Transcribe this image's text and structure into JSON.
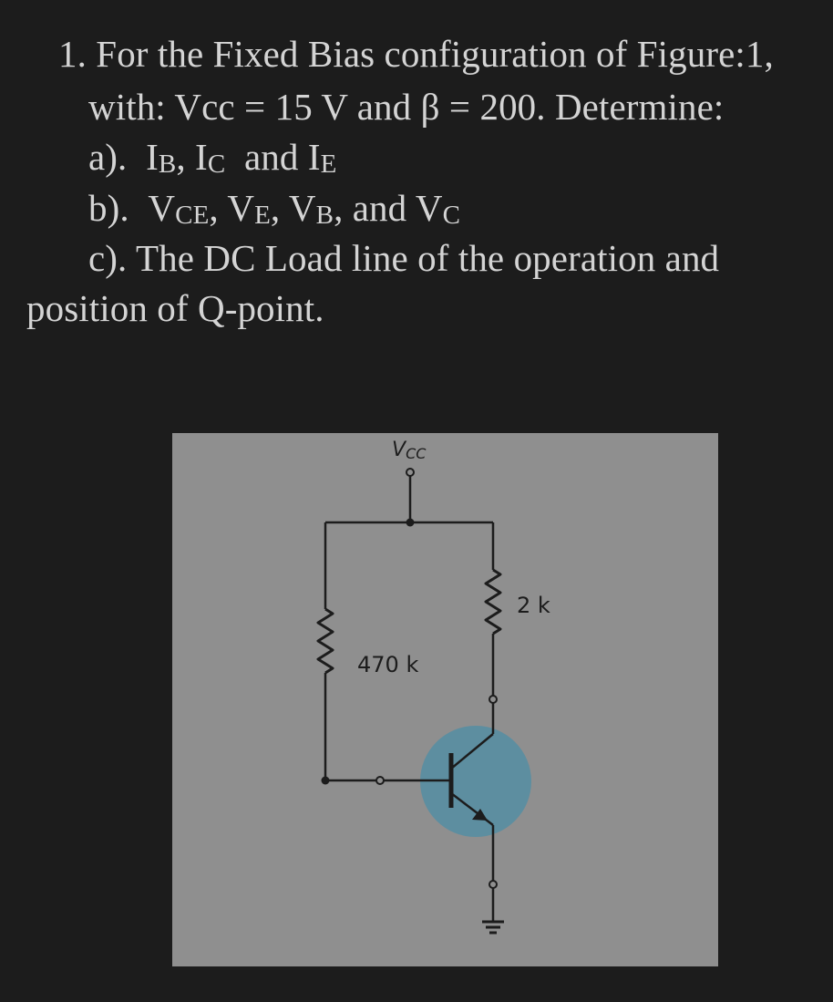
{
  "problem": {
    "line1": "1. For the Fixed Bias configuration of Figure:1,",
    "line2": "with: Vcc = 15 V and β = 200. Determine:",
    "a": {
      "prefix": "a).",
      "i1": "I",
      "i1_sub": "B",
      "sep1": ",",
      "i2": "I",
      "i2_sub": "C",
      "and": "and",
      "i3": "I",
      "i3_sub": "E"
    },
    "b": {
      "prefix": "b).",
      "v1": "V",
      "v1_sub": "CE",
      "sep1": ",",
      "v2": "V",
      "v2_sub": "E",
      "sep2": ",",
      "v3": "V",
      "v3_sub": "B",
      "sep3": ", and",
      "v4": "V",
      "v4_sub": "C"
    },
    "c_line1": "c).  The DC Load line of the operation and",
    "c_line2": "position of Q-point."
  },
  "figure": {
    "vcc_label": "V",
    "vcc_sub": "CC",
    "rb_label": "470 k",
    "rc_label": "2 k",
    "colors": {
      "background": "#1c1c1c",
      "text": "#d4d4d4",
      "figure_bg": "#8f8f8f",
      "wire": "#1c1c1c",
      "transistor_circle": "#5d8ea0"
    }
  }
}
